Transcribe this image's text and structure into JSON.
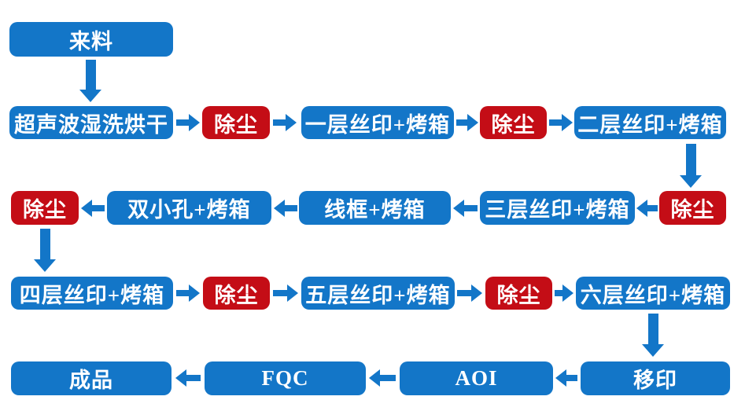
{
  "diagram": {
    "type": "flowchart",
    "nodes": {
      "incoming": "来料",
      "ultrasonic_wash_dry": "超声波湿洗烘干",
      "dedust_1": "除尘",
      "silkscreen_layer_1": "一层丝印+烤箱",
      "dedust_2": "除尘",
      "silkscreen_layer_2": "二层丝印+烤箱",
      "dedust_3": "除尘",
      "silkscreen_layer_3": "三层丝印+烤箱",
      "wire_frame_oven": "线框+烤箱",
      "double_holes_oven": "双小孔+烤箱",
      "dedust_4": "除尘",
      "silkscreen_layer_4": "四层丝印+烤箱",
      "dedust_5": "除尘",
      "silkscreen_layer_5": "五层丝印+烤箱",
      "dedust_6": "除尘",
      "silkscreen_layer_6": "六层丝印+烤箱",
      "pad_printing": "移印",
      "aoi": "AOI",
      "fqc": "FQC",
      "finished_product": "成品"
    },
    "colors": {
      "process_blue": "#1376C8",
      "dedust_red": "#C40D16",
      "arrow_blue": "#1376C8",
      "text": "#FFFFFF",
      "background": "#FFFFFF"
    }
  }
}
